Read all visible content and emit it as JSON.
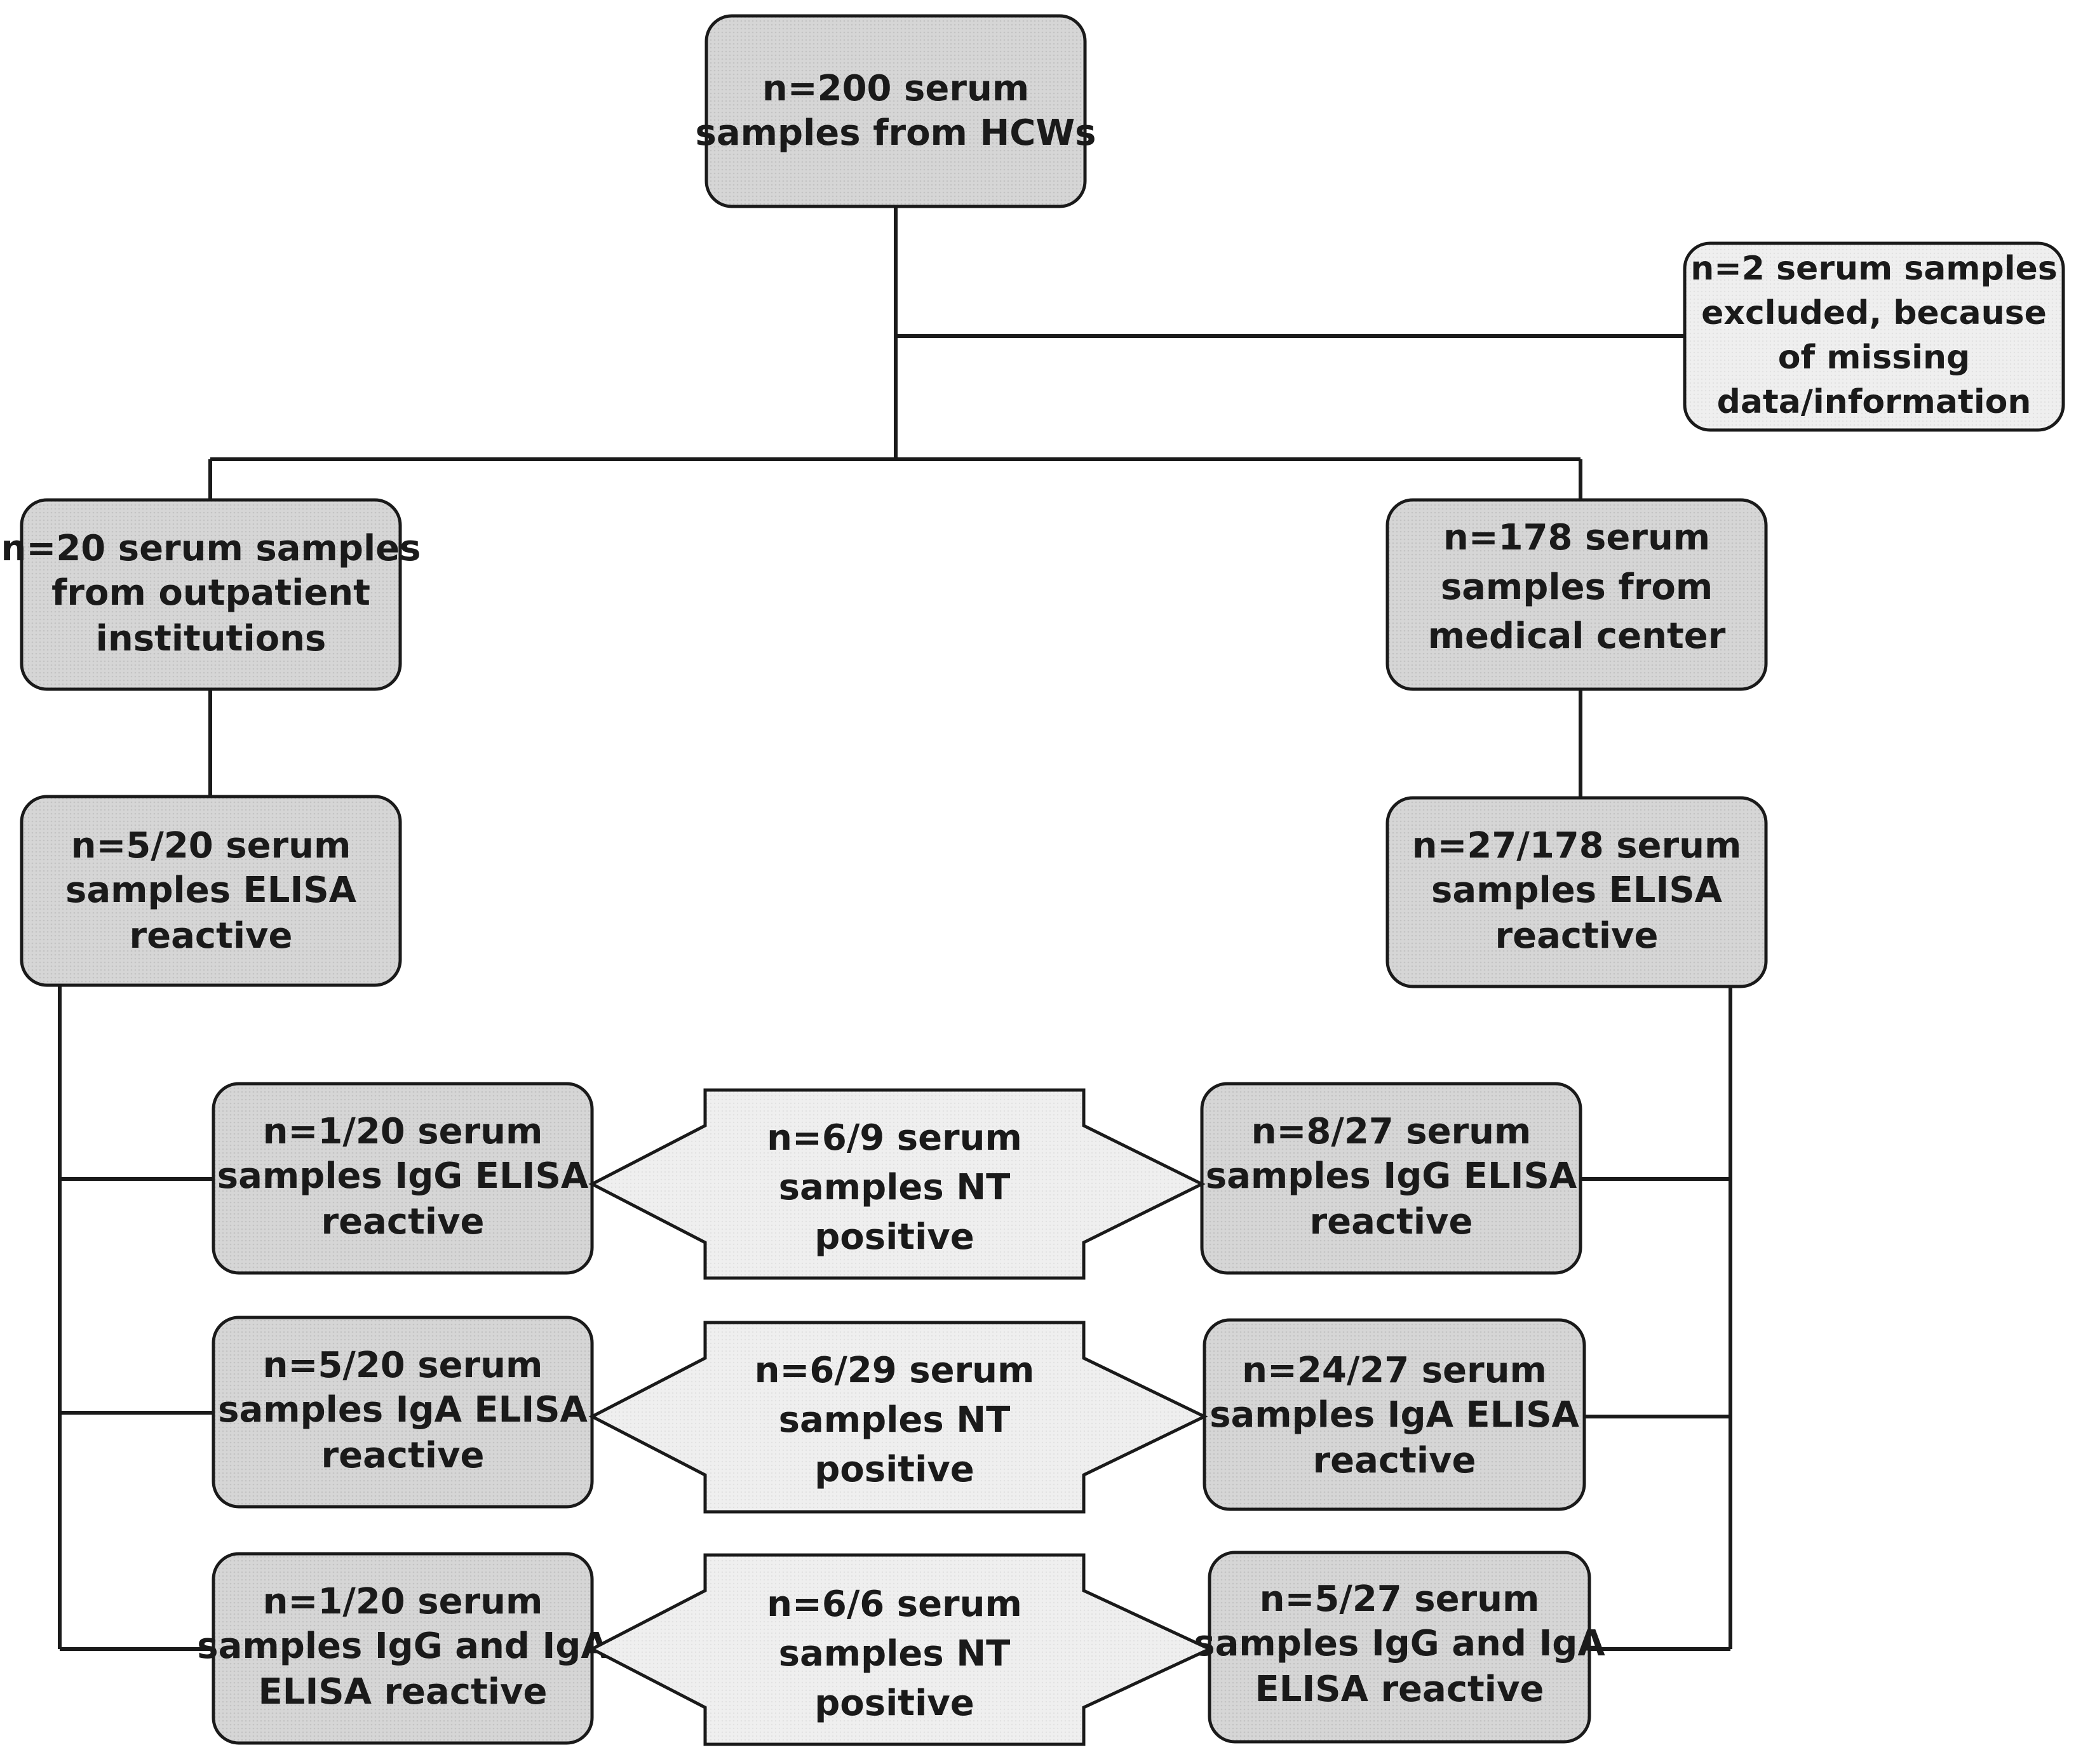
{
  "colors": {
    "box_fill": "#dcdcdc",
    "nt_box_fill": "#f2f2f2",
    "stroke": "#1a1a1a",
    "text": "#1a1a1a"
  },
  "boxes": {
    "root": {
      "lines": [
        "n=200 serum",
        "samples from HCWs"
      ]
    },
    "excluded": {
      "lines": [
        "n=2 serum samples",
        "excluded, because",
        "of missing",
        "data/information"
      ]
    },
    "outpatient": {
      "lines": [
        "n=20 serum samples",
        "from outpatient",
        "institutions"
      ]
    },
    "medical_center": {
      "lines": [
        "n=178 serum",
        "samples from",
        "medical center"
      ]
    },
    "outpatient_elisa": {
      "lines": [
        "n=5/20 serum",
        "samples ELISA",
        "reactive"
      ]
    },
    "medical_elisa": {
      "lines": [
        "n=27/178 serum",
        "samples ELISA",
        "reactive"
      ]
    },
    "out_igg": {
      "lines": [
        "n=1/20 serum",
        "samples IgG ELISA",
        "reactive"
      ]
    },
    "out_iga": {
      "lines": [
        "n=5/20 serum",
        "samples IgA ELISA",
        "reactive"
      ]
    },
    "out_igg_iga": {
      "lines": [
        "n=1/20 serum",
        "samples IgG and IgA",
        "ELISA reactive"
      ]
    },
    "med_igg": {
      "lines": [
        "n=8/27 serum",
        "samples IgG ELISA",
        "reactive"
      ]
    },
    "med_iga": {
      "lines": [
        "n=24/27 serum",
        "samples IgA ELISA",
        "reactive"
      ]
    },
    "med_igg_iga": {
      "lines": [
        "n=5/27 serum",
        "samples IgG and IgA",
        "ELISA reactive"
      ]
    },
    "nt_igg": {
      "lines": [
        "n=6/9 serum",
        "samples NT",
        "positive"
      ]
    },
    "nt_iga": {
      "lines": [
        "n=6/29 serum",
        "samples NT",
        "positive"
      ]
    },
    "nt_igg_iga": {
      "lines": [
        "n=6/6 serum",
        "samples NT",
        "positive"
      ]
    }
  }
}
